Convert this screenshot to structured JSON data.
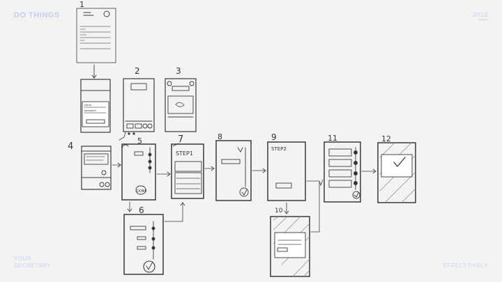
{
  "brand": {
    "title": "DO THINGS",
    "year": "2018"
  },
  "footer": {
    "left_line1": "YOUR",
    "left_line2": "SECRETARY",
    "right": "EFFECTTIVELY"
  },
  "sketch_labels": {
    "s1": "1",
    "s2": "2",
    "s3": "3",
    "s4": "4",
    "s5": "5",
    "s6": "6",
    "s7": "7",
    "s8": "8",
    "s9": "9",
    "s10": "10",
    "s11": "11",
    "s12": "12"
  },
  "screen_text": {
    "name_field": "name",
    "password_field": "password",
    "step1": "STEP1",
    "step2": "STEP2",
    "done_button": "DONE"
  },
  "colors": {
    "ink": "#333333",
    "paper": "#f3f3f3",
    "accent": "#c9d4f3"
  }
}
